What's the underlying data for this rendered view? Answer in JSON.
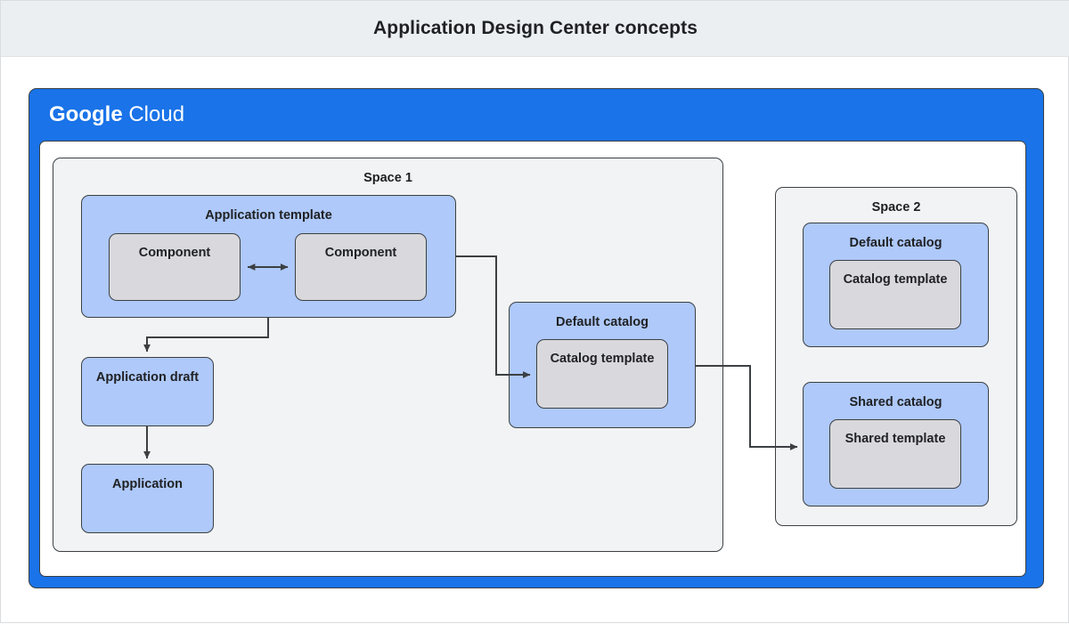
{
  "header": {
    "title": "Application Design Center concepts"
  },
  "cloud": {
    "logo_primary": "Google",
    "logo_secondary": "Cloud"
  },
  "colors": {
    "banner_blue": "#1a73e8",
    "box_blue": "#aec9fa",
    "box_gray": "#d9d9dd",
    "space_gray": "#f1f3f4",
    "border": "#3c4043",
    "title_bar": "#eceff1",
    "text": "#202124"
  },
  "space1": {
    "label": "Space 1",
    "application_template": {
      "label": "Application template",
      "components": [
        {
          "label": "Component"
        },
        {
          "label": "Component"
        }
      ]
    },
    "application_draft": {
      "label": "Application draft"
    },
    "application": {
      "label": "Application"
    },
    "default_catalog": {
      "label": "Default catalog",
      "template": {
        "label": "Catalog template"
      }
    }
  },
  "space2": {
    "label": "Space 2",
    "default_catalog": {
      "label": "Default catalog",
      "template": {
        "label": "Catalog template"
      }
    },
    "shared_catalog": {
      "label": "Shared catalog",
      "template": {
        "label": "Shared template"
      }
    }
  },
  "connectors": [
    {
      "name": "component-to-component",
      "kind": "bidirectional"
    },
    {
      "name": "application-template-to-application-draft",
      "kind": "arrow"
    },
    {
      "name": "application-draft-to-application",
      "kind": "arrow"
    },
    {
      "name": "application-template-to-default-catalog",
      "kind": "arrow"
    },
    {
      "name": "default-catalog-to-shared-catalog",
      "kind": "arrow"
    }
  ]
}
